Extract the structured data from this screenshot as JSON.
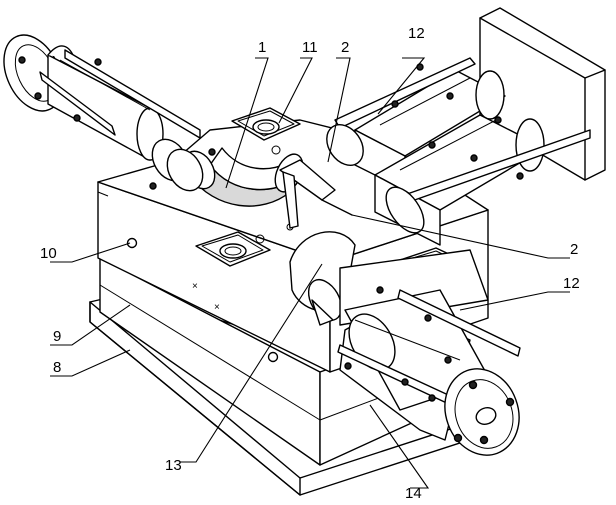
{
  "figure": {
    "callouts": [
      {
        "id": "1",
        "text": "1"
      },
      {
        "id": "11",
        "text": "11"
      },
      {
        "id": "2a",
        "text": "2"
      },
      {
        "id": "12a",
        "text": "12"
      },
      {
        "id": "10",
        "text": "10"
      },
      {
        "id": "2b",
        "text": "2"
      },
      {
        "id": "12b",
        "text": "12"
      },
      {
        "id": "9",
        "text": "9"
      },
      {
        "id": "8",
        "text": "8"
      },
      {
        "id": "13",
        "text": "13"
      },
      {
        "id": "14",
        "text": "14"
      }
    ]
  }
}
